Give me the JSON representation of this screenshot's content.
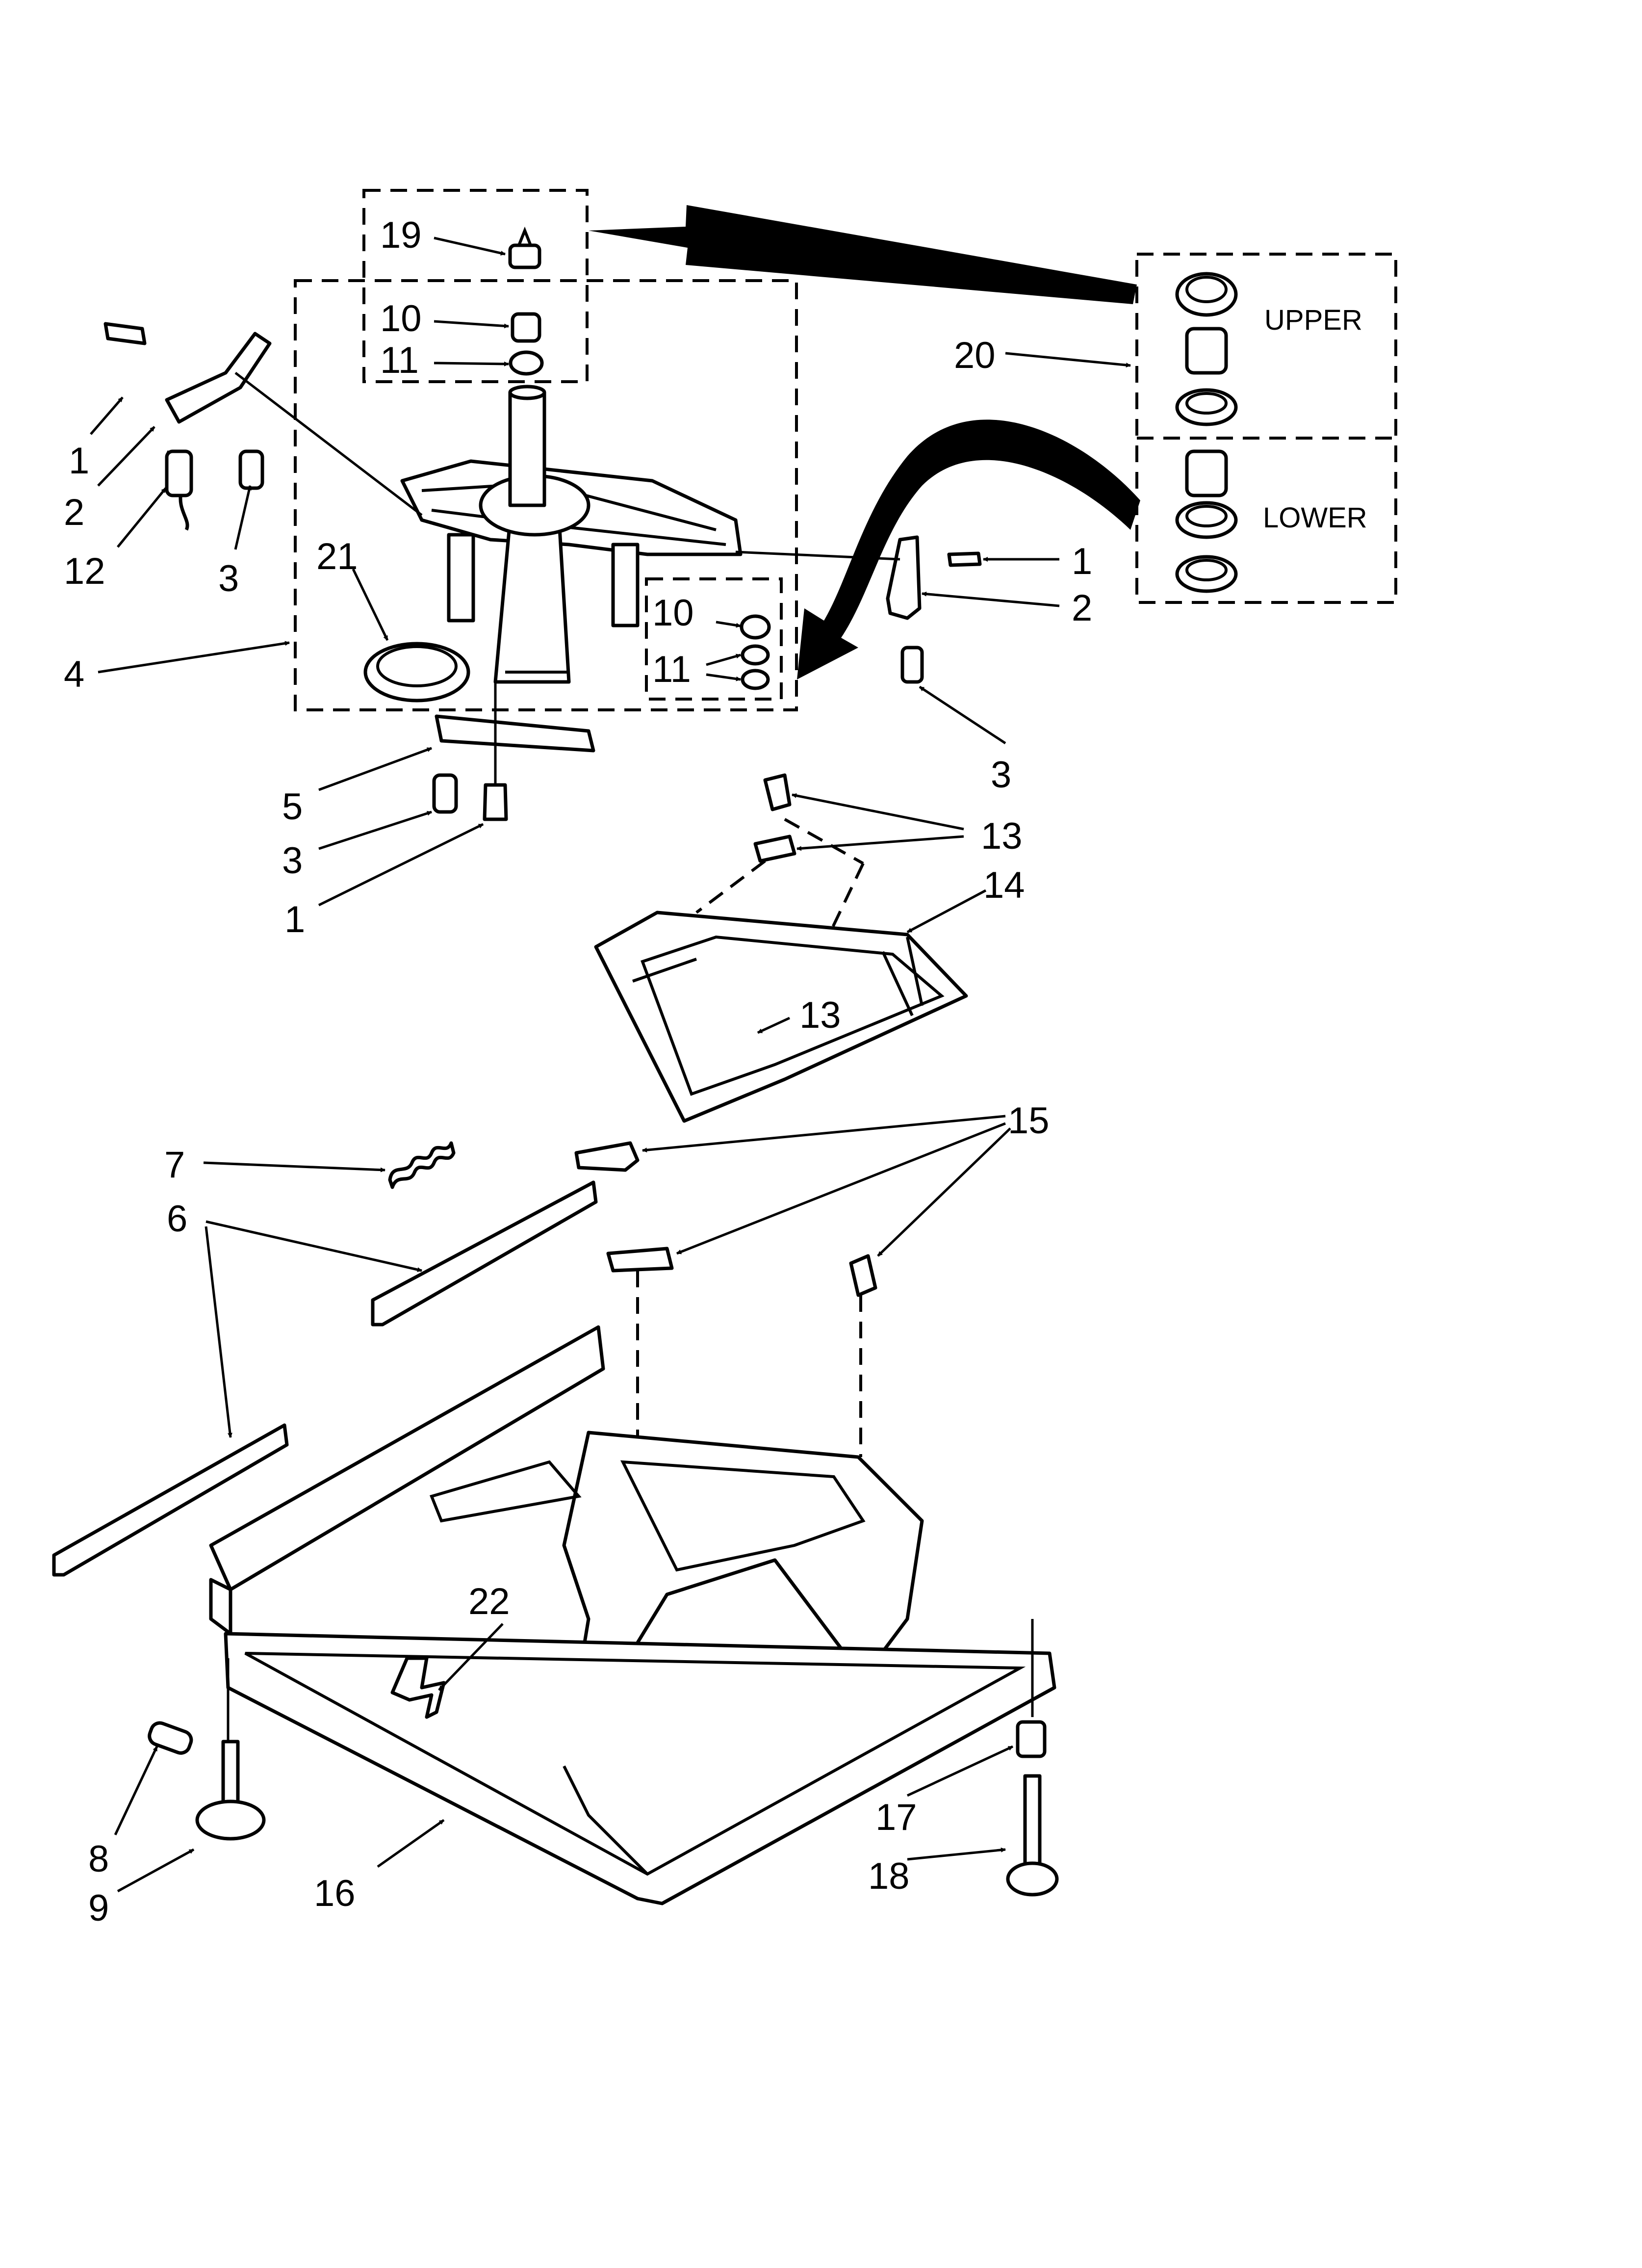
{
  "callouts": {
    "c1a": "1",
    "c2a": "2",
    "c12": "12",
    "c3a": "3",
    "c19": "19",
    "c10a": "10",
    "c11a": "11",
    "c20": "20",
    "upper": "UPPER",
    "lower": "LOWER",
    "c21": "21",
    "c4": "4",
    "c1b": "1",
    "c2b": "2",
    "c10b": "10",
    "c11b": "11",
    "c3b": "3",
    "c5": "5",
    "c3c": "3",
    "c1c": "1",
    "c13a": "13",
    "c14": "14",
    "c13b": "13",
    "c7": "7",
    "c15": "15",
    "c6": "6",
    "c22": "22",
    "c8": "8",
    "c9": "9",
    "c16": "16",
    "c17": "17",
    "c18": "18"
  }
}
